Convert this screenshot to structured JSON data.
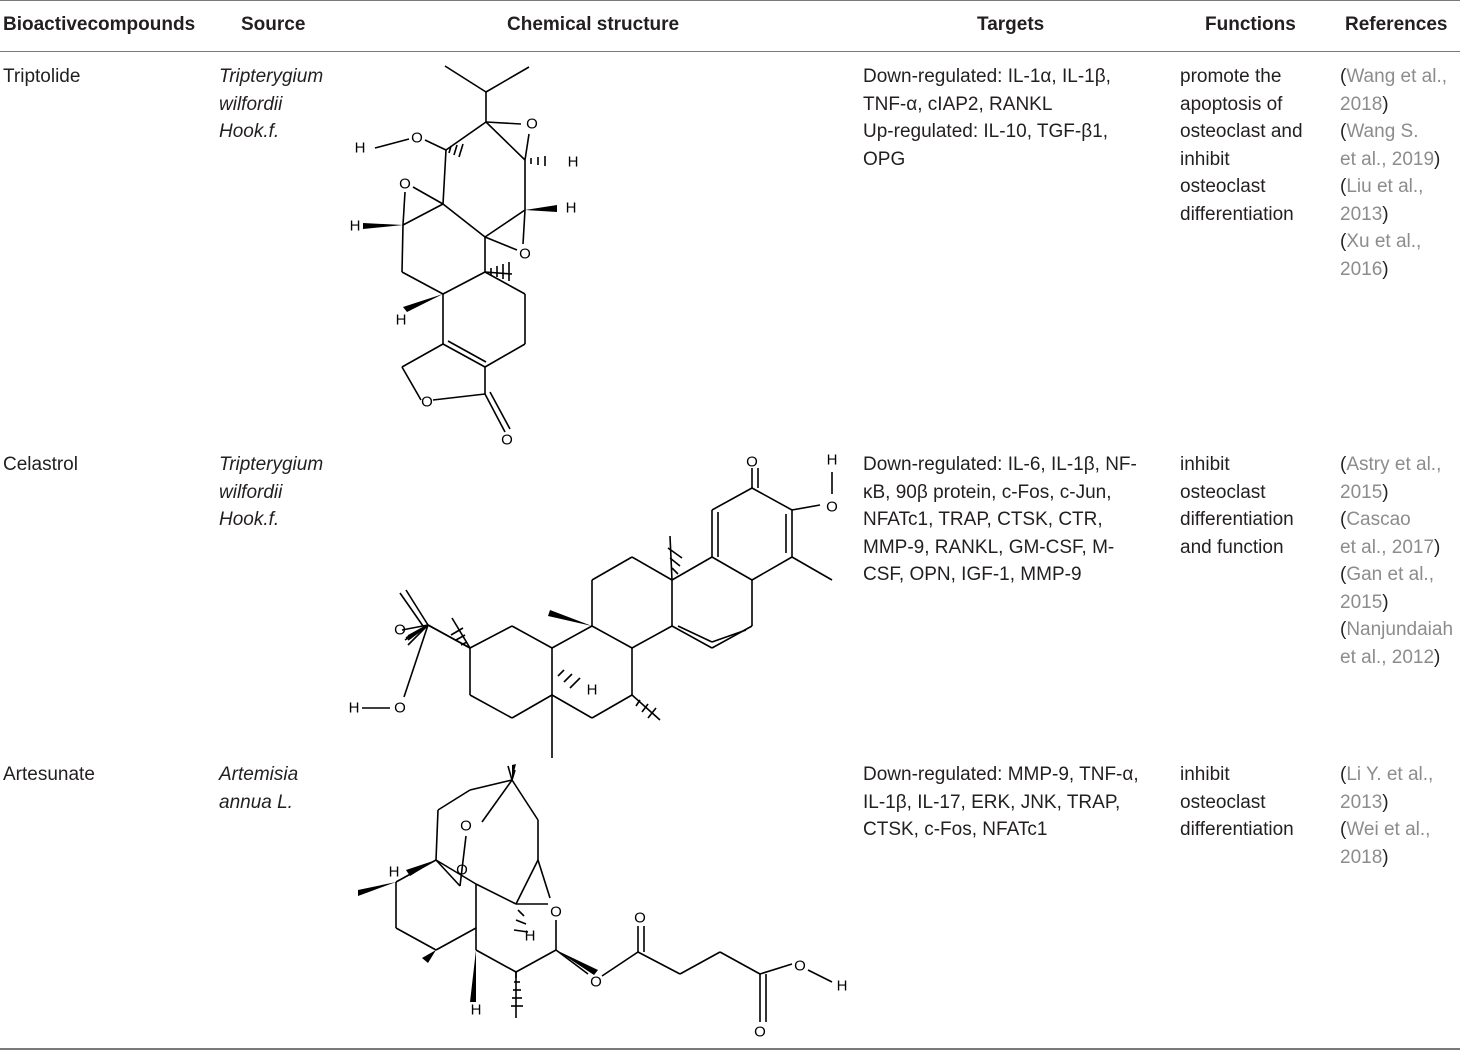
{
  "table": {
    "headers": [
      "Bioactivecompounds",
      "Source",
      "Chemical structure",
      "Targets",
      "Functions",
      "References"
    ],
    "rows": [
      {
        "compound": "Triptolide",
        "source_lines": [
          "Tripterygium",
          "wilfordii",
          "Hook.f."
        ],
        "targets_lines": [
          "Down-regulated: IL-1α, IL-1β,",
          "TNF-α, cIAP2, RANKL",
          "Up-regulated: IL-10, TGF-β1,",
          "OPG"
        ],
        "functions_lines": [
          "promote the",
          "apoptosis of",
          "osteoclast and",
          "inhibit",
          "osteoclast",
          "differentiation"
        ],
        "references_lines": [
          [
            "(",
            "Wang et al.,"
          ],
          [
            "",
            "2018",
            ")"
          ],
          [
            "(",
            "Wang S."
          ],
          [
            "",
            "et al., 2019",
            ")"
          ],
          [
            "(",
            "Liu et al.,"
          ],
          [
            "",
            "2013",
            ")"
          ],
          [
            "(",
            "Xu et al.,"
          ],
          [
            "",
            "2016",
            ")"
          ]
        ]
      },
      {
        "compound": "Celastrol",
        "source_lines": [
          "Tripterygium",
          "wilfordii",
          "Hook.f."
        ],
        "targets_lines": [
          "Down-regulated: IL-6, IL-1β, NF-",
          "κB, 90β protein, c-Fos, c-Jun,",
          "NFATc1, TRAP, CTSK, CTR,",
          "MMP-9, RANKL, GM-CSF, M-",
          "CSF, OPN, IGF-1, MMP-9"
        ],
        "functions_lines": [
          "inhibit",
          "osteoclast",
          "differentiation",
          "and function"
        ],
        "references_lines": [
          [
            "(",
            "Astry et al.,"
          ],
          [
            "",
            "2015",
            ")"
          ],
          [
            "(",
            "Cascao"
          ],
          [
            "",
            "et al., 2017",
            ")"
          ],
          [
            "(",
            "Gan et al.,"
          ],
          [
            "",
            "2015",
            ")"
          ],
          [
            "(",
            "Nanjundaiah"
          ],
          [
            "",
            "et al., 2012",
            ")"
          ]
        ]
      },
      {
        "compound": "Artesunate",
        "source_lines": [
          "Artemisia",
          "annua L."
        ],
        "targets_lines": [
          "Down-regulated: MMP-9, TNF-α,",
          "IL-1β, IL-17, ERK, JNK, TRAP,",
          "CTSK, c-Fos, NFATc1"
        ],
        "functions_lines": [
          "inhibit",
          "osteoclast",
          "differentiation"
        ],
        "references_lines": [
          [
            "(",
            "Li Y. et al.,"
          ],
          [
            "",
            "2013",
            ")"
          ],
          [
            "(",
            "Wei et al.,"
          ],
          [
            "",
            "2018",
            ")"
          ]
        ]
      }
    ]
  },
  "structure_atoms": {
    "triptolide": [
      "H",
      "O",
      "O",
      "H",
      "O",
      "H",
      "H",
      "O",
      "H",
      "O",
      "O"
    ],
    "celastrol": [
      "O",
      "H",
      "O",
      "O",
      "H",
      "O",
      "H"
    ],
    "artesunate": [
      "H",
      "O",
      "O",
      "H",
      "O",
      "O",
      "O",
      "O",
      "H",
      "H",
      "O"
    ]
  }
}
